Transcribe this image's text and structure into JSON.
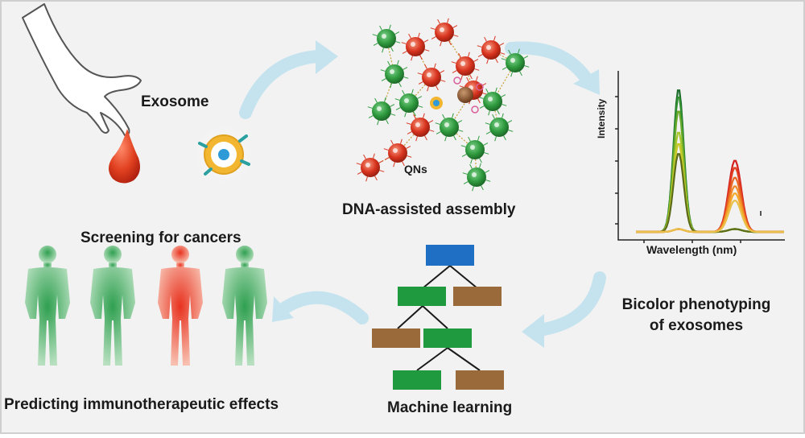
{
  "labels": {
    "exosome": "Exosome",
    "qns": "QNs",
    "dna_assembly": "DNA-assisted assembly",
    "intensity": "Intensity",
    "wavelength": "Wavelength (nm)",
    "bicolor_line1": "Bicolor phenotyping",
    "bicolor_line2": "of exosomes",
    "screening": "Screening for cancers",
    "machine_learning": "Machine learning",
    "predicting": "Predicting immunotherapeutic effects"
  },
  "colors": {
    "background": "#f2f2f2",
    "border": "#cfcfcf",
    "arrow": "#c5e3ee",
    "blood": "#d93a1f",
    "green_particle": "#2f9a3e",
    "red_particle": "#d8341f",
    "tree_root": "#1f6fc4",
    "tree_green": "#1f9a3f",
    "tree_brown": "#9a6a3a",
    "body_green": "#2fa050",
    "body_red": "#e8321f"
  },
  "chart_data": {
    "type": "line",
    "title": "",
    "xlabel": "Wavelength (nm)",
    "ylabel": "Intensity",
    "x_ticks": [],
    "y_ticks": [],
    "series_green_peak_levels": [
      1.0,
      0.95,
      0.85,
      0.7,
      0.62,
      0.55
    ],
    "series_red_peak_levels": [
      0.5,
      0.45,
      0.38,
      0.32,
      0.27,
      0.22
    ],
    "series_colors_green": [
      "#1a6b2a",
      "#2f8f2f",
      "#6aa82a",
      "#a8c72a",
      "#c9c92a",
      "#5a6b1a"
    ],
    "series_colors_red": [
      "#d41f1f",
      "#e0401f",
      "#e8661f",
      "#f08a2a",
      "#f5a82a",
      "#e8c04a"
    ]
  }
}
